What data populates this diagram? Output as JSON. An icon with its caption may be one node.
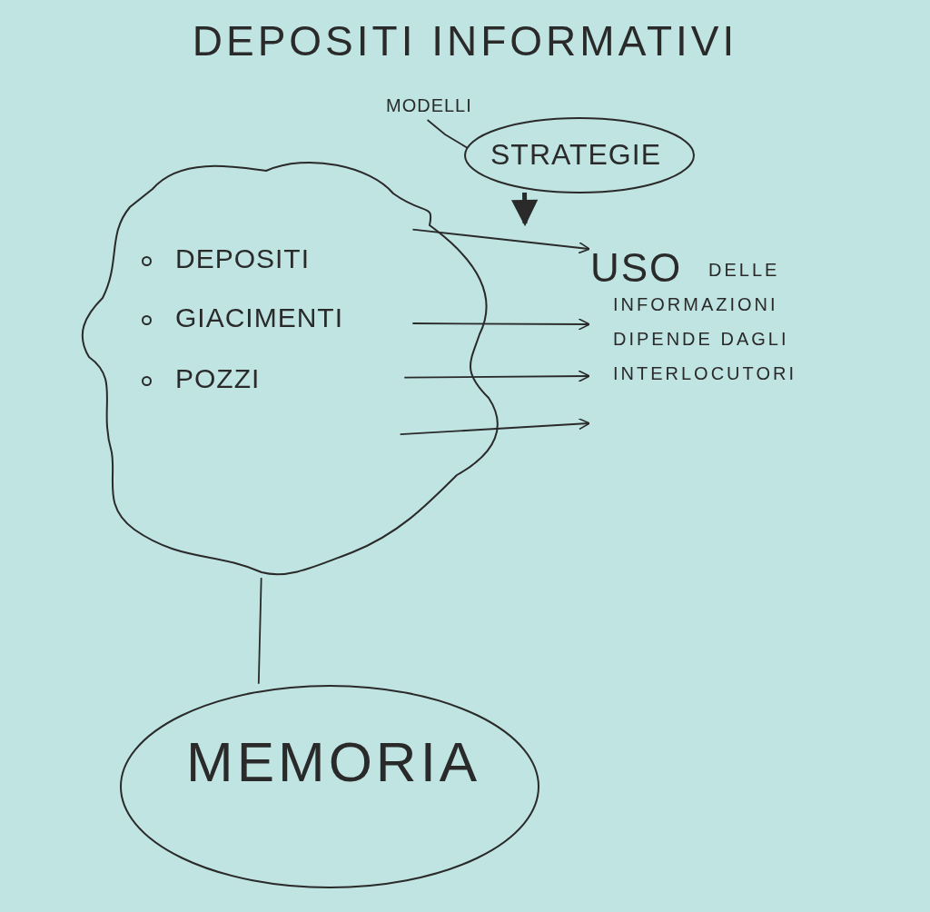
{
  "diagram": {
    "title": "DEPOSITI INFORMATIVI",
    "nodes": [
      {
        "text": [
          "MODELLI"
        ]
      },
      {
        "text": [
          "STRATEGIE"
        ]
      },
      {
        "text": [
          "DEPOSITI",
          "GIACIMENTI",
          "POZZI"
        ]
      },
      {
        "text": [
          "USO",
          "DELLE INFORMAZIONI DIPENDE DAGLI INTERLOCUTORI"
        ]
      },
      {
        "text": [
          "MEMORIA"
        ]
      }
    ],
    "edges": [
      {
        "from": 0,
        "to": 1,
        "arrow": "none"
      },
      {
        "from": 1,
        "to": null,
        "arrow": "to",
        "style": "thick"
      },
      {
        "from": 2,
        "to": 3,
        "arrow": "to"
      },
      {
        "from": 2,
        "to": 3,
        "arrow": "to"
      },
      {
        "from": 2,
        "to": 3,
        "arrow": "to"
      },
      {
        "from": 2,
        "to": 3,
        "arrow": "to"
      },
      {
        "from": 2,
        "to": 4,
        "arrow": "none"
      }
    ]
  }
}
